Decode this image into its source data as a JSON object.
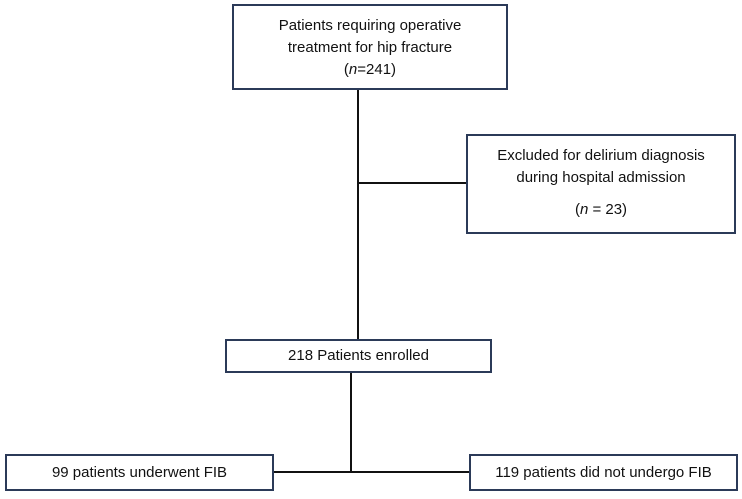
{
  "flowchart": {
    "start_box": {
      "line1": "Patients requiring operative",
      "line2": "treatment for hip fracture",
      "n_prefix": "(",
      "n_var": "n",
      "n_value": "=241)"
    },
    "excluded_box": {
      "line1": "Excluded for delirium diagnosis",
      "line2": "during hospital admission",
      "n_prefix": "(",
      "n_var": "n",
      "n_value": " = 23)"
    },
    "enrolled_box": {
      "label": "218 Patients enrolled"
    },
    "fib_box": {
      "label": "99 patients underwent FIB"
    },
    "no_fib_box": {
      "label": "119 patients did not undergo FIB"
    }
  }
}
